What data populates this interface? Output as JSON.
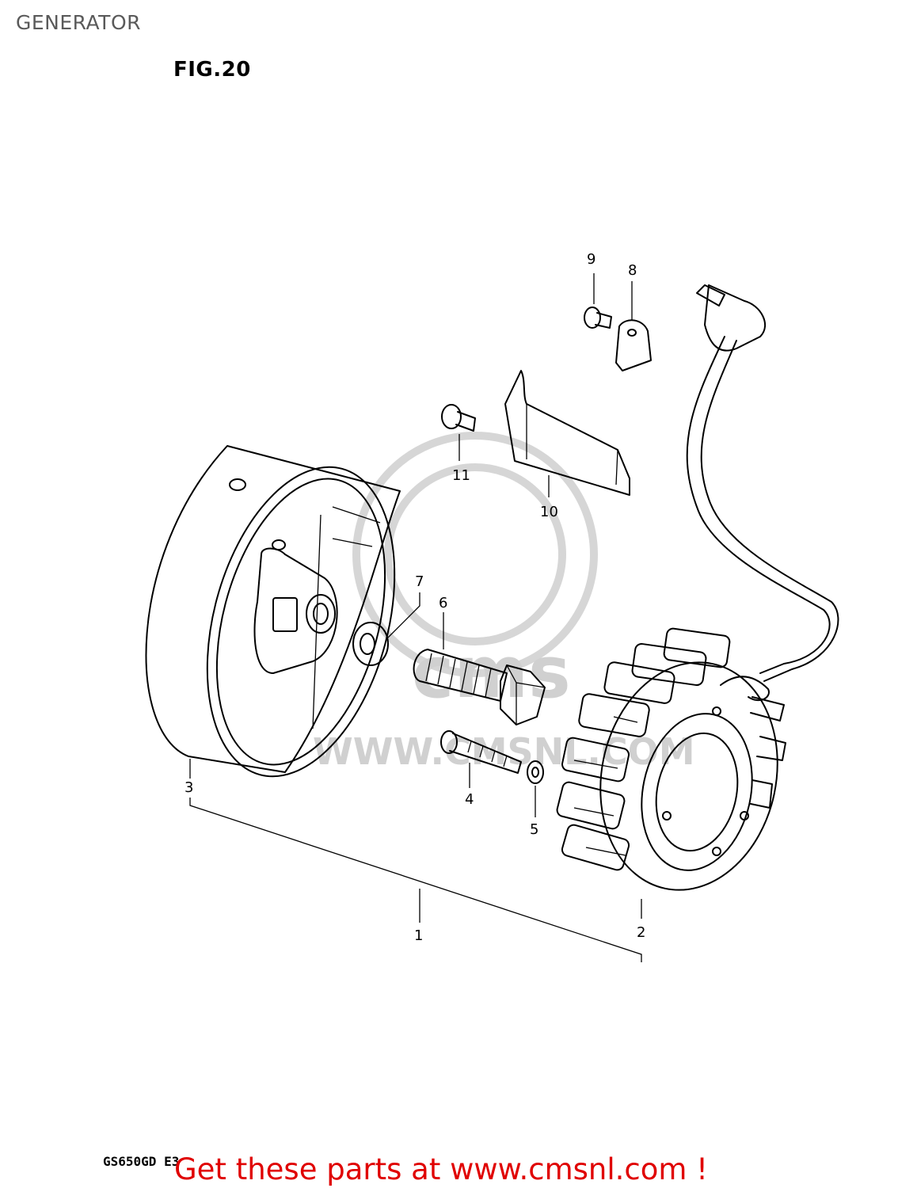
{
  "page_title": "GENERATOR",
  "figure_label": "FIG.20",
  "model_code": "GS650GD E3",
  "promo_link": "Get these parts at www.cmsnl.com !",
  "watermark": {
    "text_a": "cms",
    "text_b": "WWW.CMSNL.COM"
  },
  "callouts": [
    "1",
    "2",
    "3",
    "4",
    "5",
    "6",
    "7",
    "8",
    "9",
    "10",
    "11"
  ],
  "parts": {
    "p1": "1",
    "p2": "2",
    "p3": "3",
    "p4": "4",
    "p5": "5",
    "p6": "6",
    "p7": "7",
    "p8": "8",
    "p9": "9",
    "p10": "10",
    "p11": "11"
  },
  "colors": {
    "promo": "#e00000",
    "title": "#5a5a5a"
  }
}
